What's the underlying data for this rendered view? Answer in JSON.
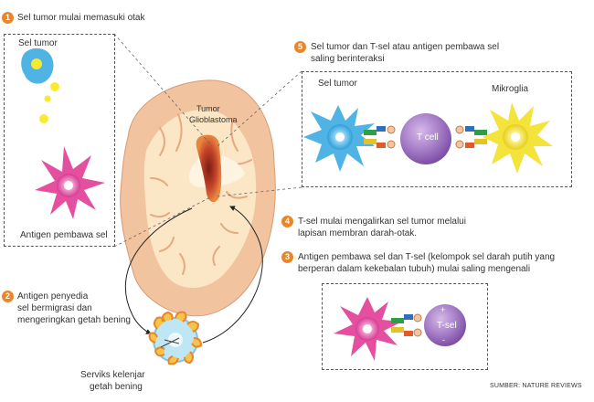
{
  "steps": [
    {
      "num": "1",
      "text": "Sel tumor mulai memasuki otak"
    },
    {
      "num": "2",
      "line1": "Antigen penyedia",
      "line2": "sel bermigrasi dan",
      "line3": "mengeringkan getah bening"
    },
    {
      "num": "3",
      "line1": "Antigen pembawa sel dan T-sel (kelompok sel darah putih yang",
      "line2": "berperan dalam kekebalan tubuh) mulai saling mengenali"
    },
    {
      "num": "4",
      "line1": "T-sel mulai mengalirkan sel tumor melalui",
      "line2": "lapisan membran darah-otak."
    },
    {
      "num": "5",
      "line1": "Sel tumor dan T-sel atau antigen pembawa sel",
      "line2": "saling berinteraksi"
    }
  ],
  "labels": {
    "tumor_cell": "Sel tumor",
    "antigen_cell": "Antigen pembawa sel",
    "tumor_gb_1": "Tumor",
    "tumor_gb_2": "Glioblastoma",
    "interaction_tumor": "Sel tumor",
    "microglia": "Mikroglia",
    "t_cell": "T cell",
    "t_sel": "T-sel",
    "lymph_1": "Serviks kelenjar",
    "lymph_2": "getah bening",
    "plus": "+",
    "minus": "-"
  },
  "source": "SUMBER: NATURE REVIEWS",
  "colors": {
    "accent": "#e8862a",
    "brain_outer": "#f2c39f",
    "brain_inner": "#fbe6c6",
    "tumor": "#c0392b",
    "tumor_cell": "#4fb3e6",
    "antigen_cell": "#e44fa0",
    "t_cell": "#9b6bbf",
    "microglia": "#f3e33a"
  }
}
